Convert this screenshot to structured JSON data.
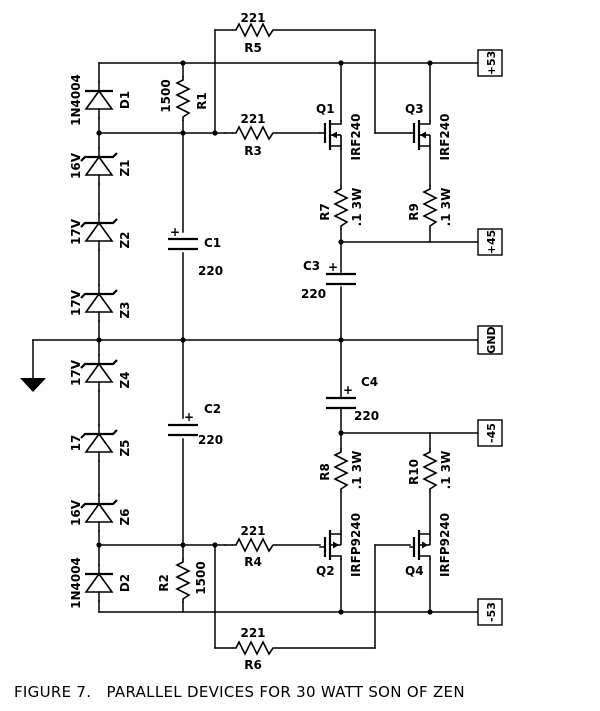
{
  "caption": "FIGURE 7.   PARALLEL DEVICES FOR 30 WATT SON OF ZEN",
  "rails": {
    "pos53": "+53",
    "pos45": "+45",
    "gnd": "GND",
    "neg45": "-45",
    "neg53": "-53"
  },
  "diodes": {
    "d1": {
      "name": "D1",
      "value": "1N4004"
    },
    "d2": {
      "name": "D2",
      "value": "1N4004"
    }
  },
  "zeners": {
    "z1": {
      "name": "Z1",
      "value": "16V"
    },
    "z2": {
      "name": "Z2",
      "value": "17V"
    },
    "z3": {
      "name": "Z3",
      "value": "17V"
    },
    "z4": {
      "name": "Z4",
      "value": "17V"
    },
    "z5": {
      "name": "Z5",
      "value": "17"
    },
    "z6": {
      "name": "Z6",
      "value": "16V"
    }
  },
  "resistors": {
    "r1": {
      "name": "R1",
      "value": "1500"
    },
    "r2": {
      "name": "R2",
      "value": "1500"
    },
    "r3": {
      "name": "R3",
      "value": "221"
    },
    "r4": {
      "name": "R4",
      "value": "221"
    },
    "r5": {
      "name": "R5",
      "value": "221"
    },
    "r6": {
      "name": "R6",
      "value": "221"
    },
    "r7": {
      "name": "R7",
      "value": ".1 3W"
    },
    "r8": {
      "name": "R8",
      "value": ".1 3W"
    },
    "r9": {
      "name": "R9",
      "value": ".1 3W"
    },
    "r10": {
      "name": "R10",
      "value": ".1 3W"
    }
  },
  "capacitors": {
    "c1": {
      "name": "C1",
      "value": "220"
    },
    "c2": {
      "name": "C2",
      "value": "220"
    },
    "c3": {
      "name": "C3",
      "value": "220"
    },
    "c4": {
      "name": "C4",
      "value": "220"
    }
  },
  "transistors": {
    "q1": {
      "name": "Q1",
      "value": "IRF240"
    },
    "q2": {
      "name": "Q2",
      "value": "IRFP9240"
    },
    "q3": {
      "name": "Q3",
      "value": "IRF240"
    },
    "q4": {
      "name": "Q4",
      "value": "IRFP9240"
    }
  },
  "plus_sign": "+"
}
